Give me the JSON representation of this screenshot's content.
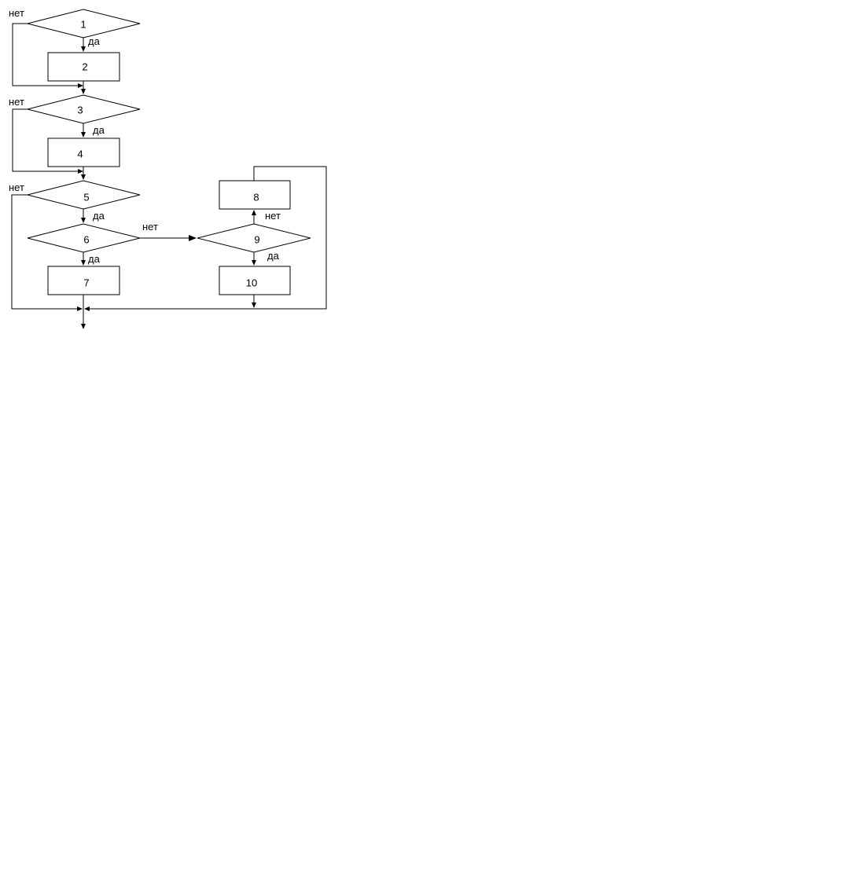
{
  "diagram": {
    "type": "flowchart",
    "line_color": "#000000",
    "background": "#ffffff",
    "nodes": [
      {
        "id": "1",
        "shape": "decision",
        "label": "1"
      },
      {
        "id": "2",
        "shape": "process",
        "label": "2"
      },
      {
        "id": "3",
        "shape": "decision",
        "label": "3"
      },
      {
        "id": "4",
        "shape": "process",
        "label": "4"
      },
      {
        "id": "5",
        "shape": "decision",
        "label": "5"
      },
      {
        "id": "6",
        "shape": "decision",
        "label": "6"
      },
      {
        "id": "7",
        "shape": "process",
        "label": "7"
      },
      {
        "id": "8",
        "shape": "process",
        "label": "8"
      },
      {
        "id": "9",
        "shape": "decision",
        "label": "9"
      },
      {
        "id": "10",
        "shape": "process",
        "label": "10"
      }
    ],
    "edges": [
      {
        "from": "1",
        "to": "2",
        "label": "да"
      },
      {
        "from": "1",
        "to": "3",
        "label": "нет"
      },
      {
        "from": "2",
        "to": "3",
        "label": ""
      },
      {
        "from": "3",
        "to": "4",
        "label": "да"
      },
      {
        "from": "3",
        "to": "5",
        "label": "нет"
      },
      {
        "from": "4",
        "to": "5",
        "label": ""
      },
      {
        "from": "5",
        "to": "6",
        "label": "да"
      },
      {
        "from": "5",
        "to": "exit",
        "label": "нет"
      },
      {
        "from": "6",
        "to": "7",
        "label": "да"
      },
      {
        "from": "6",
        "to": "9",
        "label": "нет"
      },
      {
        "from": "7",
        "to": "exit",
        "label": ""
      },
      {
        "from": "9",
        "to": "10",
        "label": "да"
      },
      {
        "from": "9",
        "to": "8",
        "label": "нет"
      },
      {
        "from": "10",
        "to": "exit",
        "label": ""
      },
      {
        "from": "8",
        "to": "exit",
        "label": ""
      }
    ]
  }
}
